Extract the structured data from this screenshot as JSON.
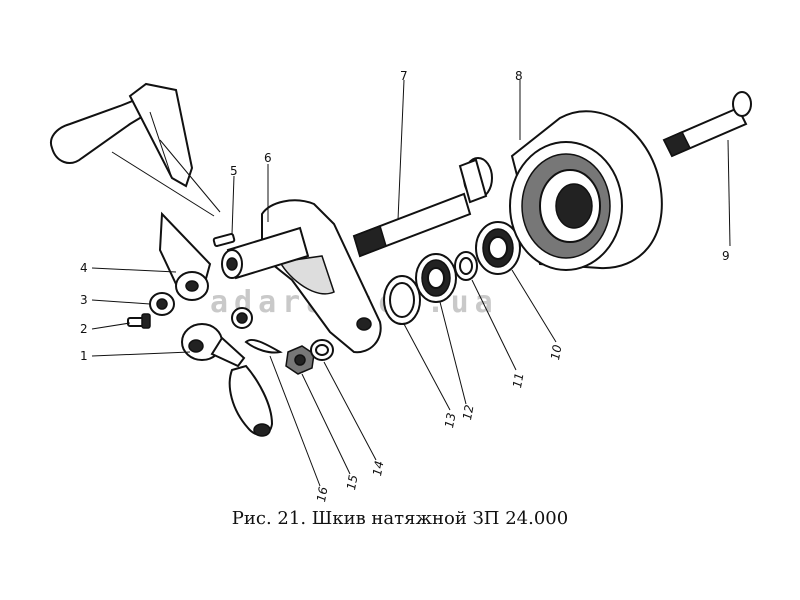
{
  "figure": {
    "caption": "Рис. 21. Шкив натяжной ЗП 24.000",
    "watermark": "adara.com.ua"
  },
  "labels": [
    {
      "id": "1",
      "text": "1"
    },
    {
      "id": "2",
      "text": "2"
    },
    {
      "id": "3",
      "text": "3"
    },
    {
      "id": "4",
      "text": "4"
    },
    {
      "id": "5",
      "text": "5"
    },
    {
      "id": "6",
      "text": "6"
    },
    {
      "id": "7",
      "text": "7"
    },
    {
      "id": "8",
      "text": "8"
    },
    {
      "id": "9",
      "text": "9"
    },
    {
      "id": "10",
      "text": "10"
    },
    {
      "id": "11",
      "text": "11"
    },
    {
      "id": "12",
      "text": "12"
    },
    {
      "id": "13",
      "text": "13"
    },
    {
      "id": "14",
      "text": "14"
    },
    {
      "id": "15",
      "text": "15"
    },
    {
      "id": "16",
      "text": "16"
    }
  ]
}
